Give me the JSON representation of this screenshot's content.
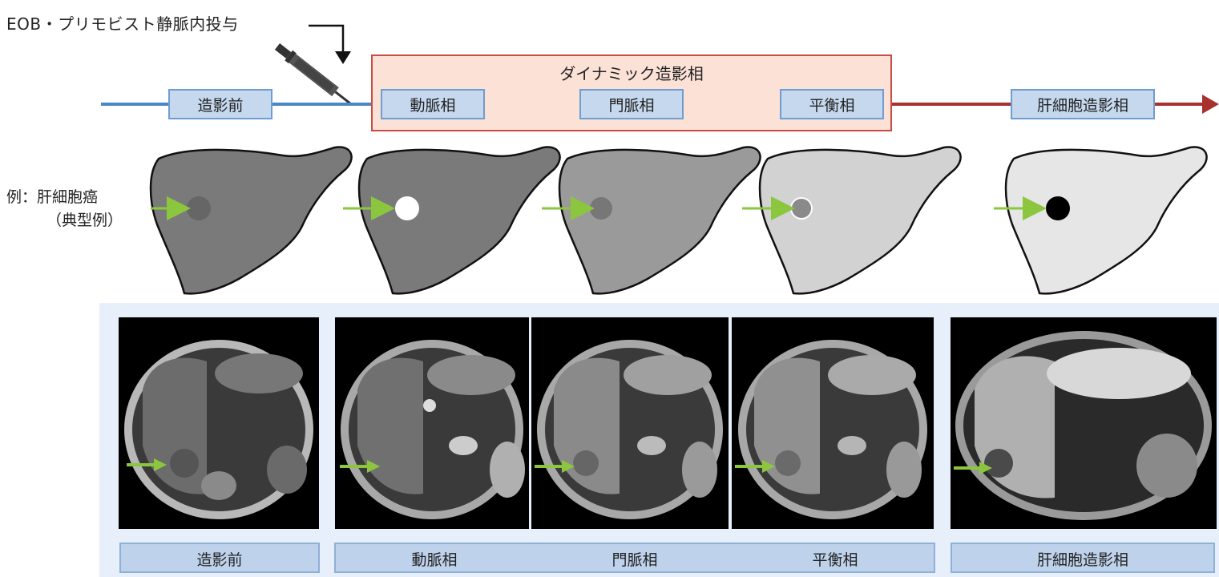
{
  "injection_label": "EOB・プリモビスト静脈内投与",
  "dynamic_title": "ダイナミック造影相",
  "timeline": {
    "phases": [
      "造影前",
      "動脈相",
      "門脈相",
      "平衡相",
      "肝細胞造影相"
    ]
  },
  "example": {
    "line1": "例：肝細胞癌",
    "line2": "（典型例）"
  },
  "captions": [
    "造影前",
    "動脈相",
    "門脈相",
    "平衡相",
    "肝細胞造影相"
  ],
  "colors": {
    "timeline_blue": "#4a86c8",
    "timeline_red": "#a8302e",
    "dynamic_box_fill": "#fbe1d6",
    "dynamic_box_border": "#c94b43",
    "phase_box_fill": "#c5d8ee",
    "arrow_green": "#8cc63f",
    "liver_dark": "#7a7a7a",
    "liver_light": "#e6e6e6"
  }
}
